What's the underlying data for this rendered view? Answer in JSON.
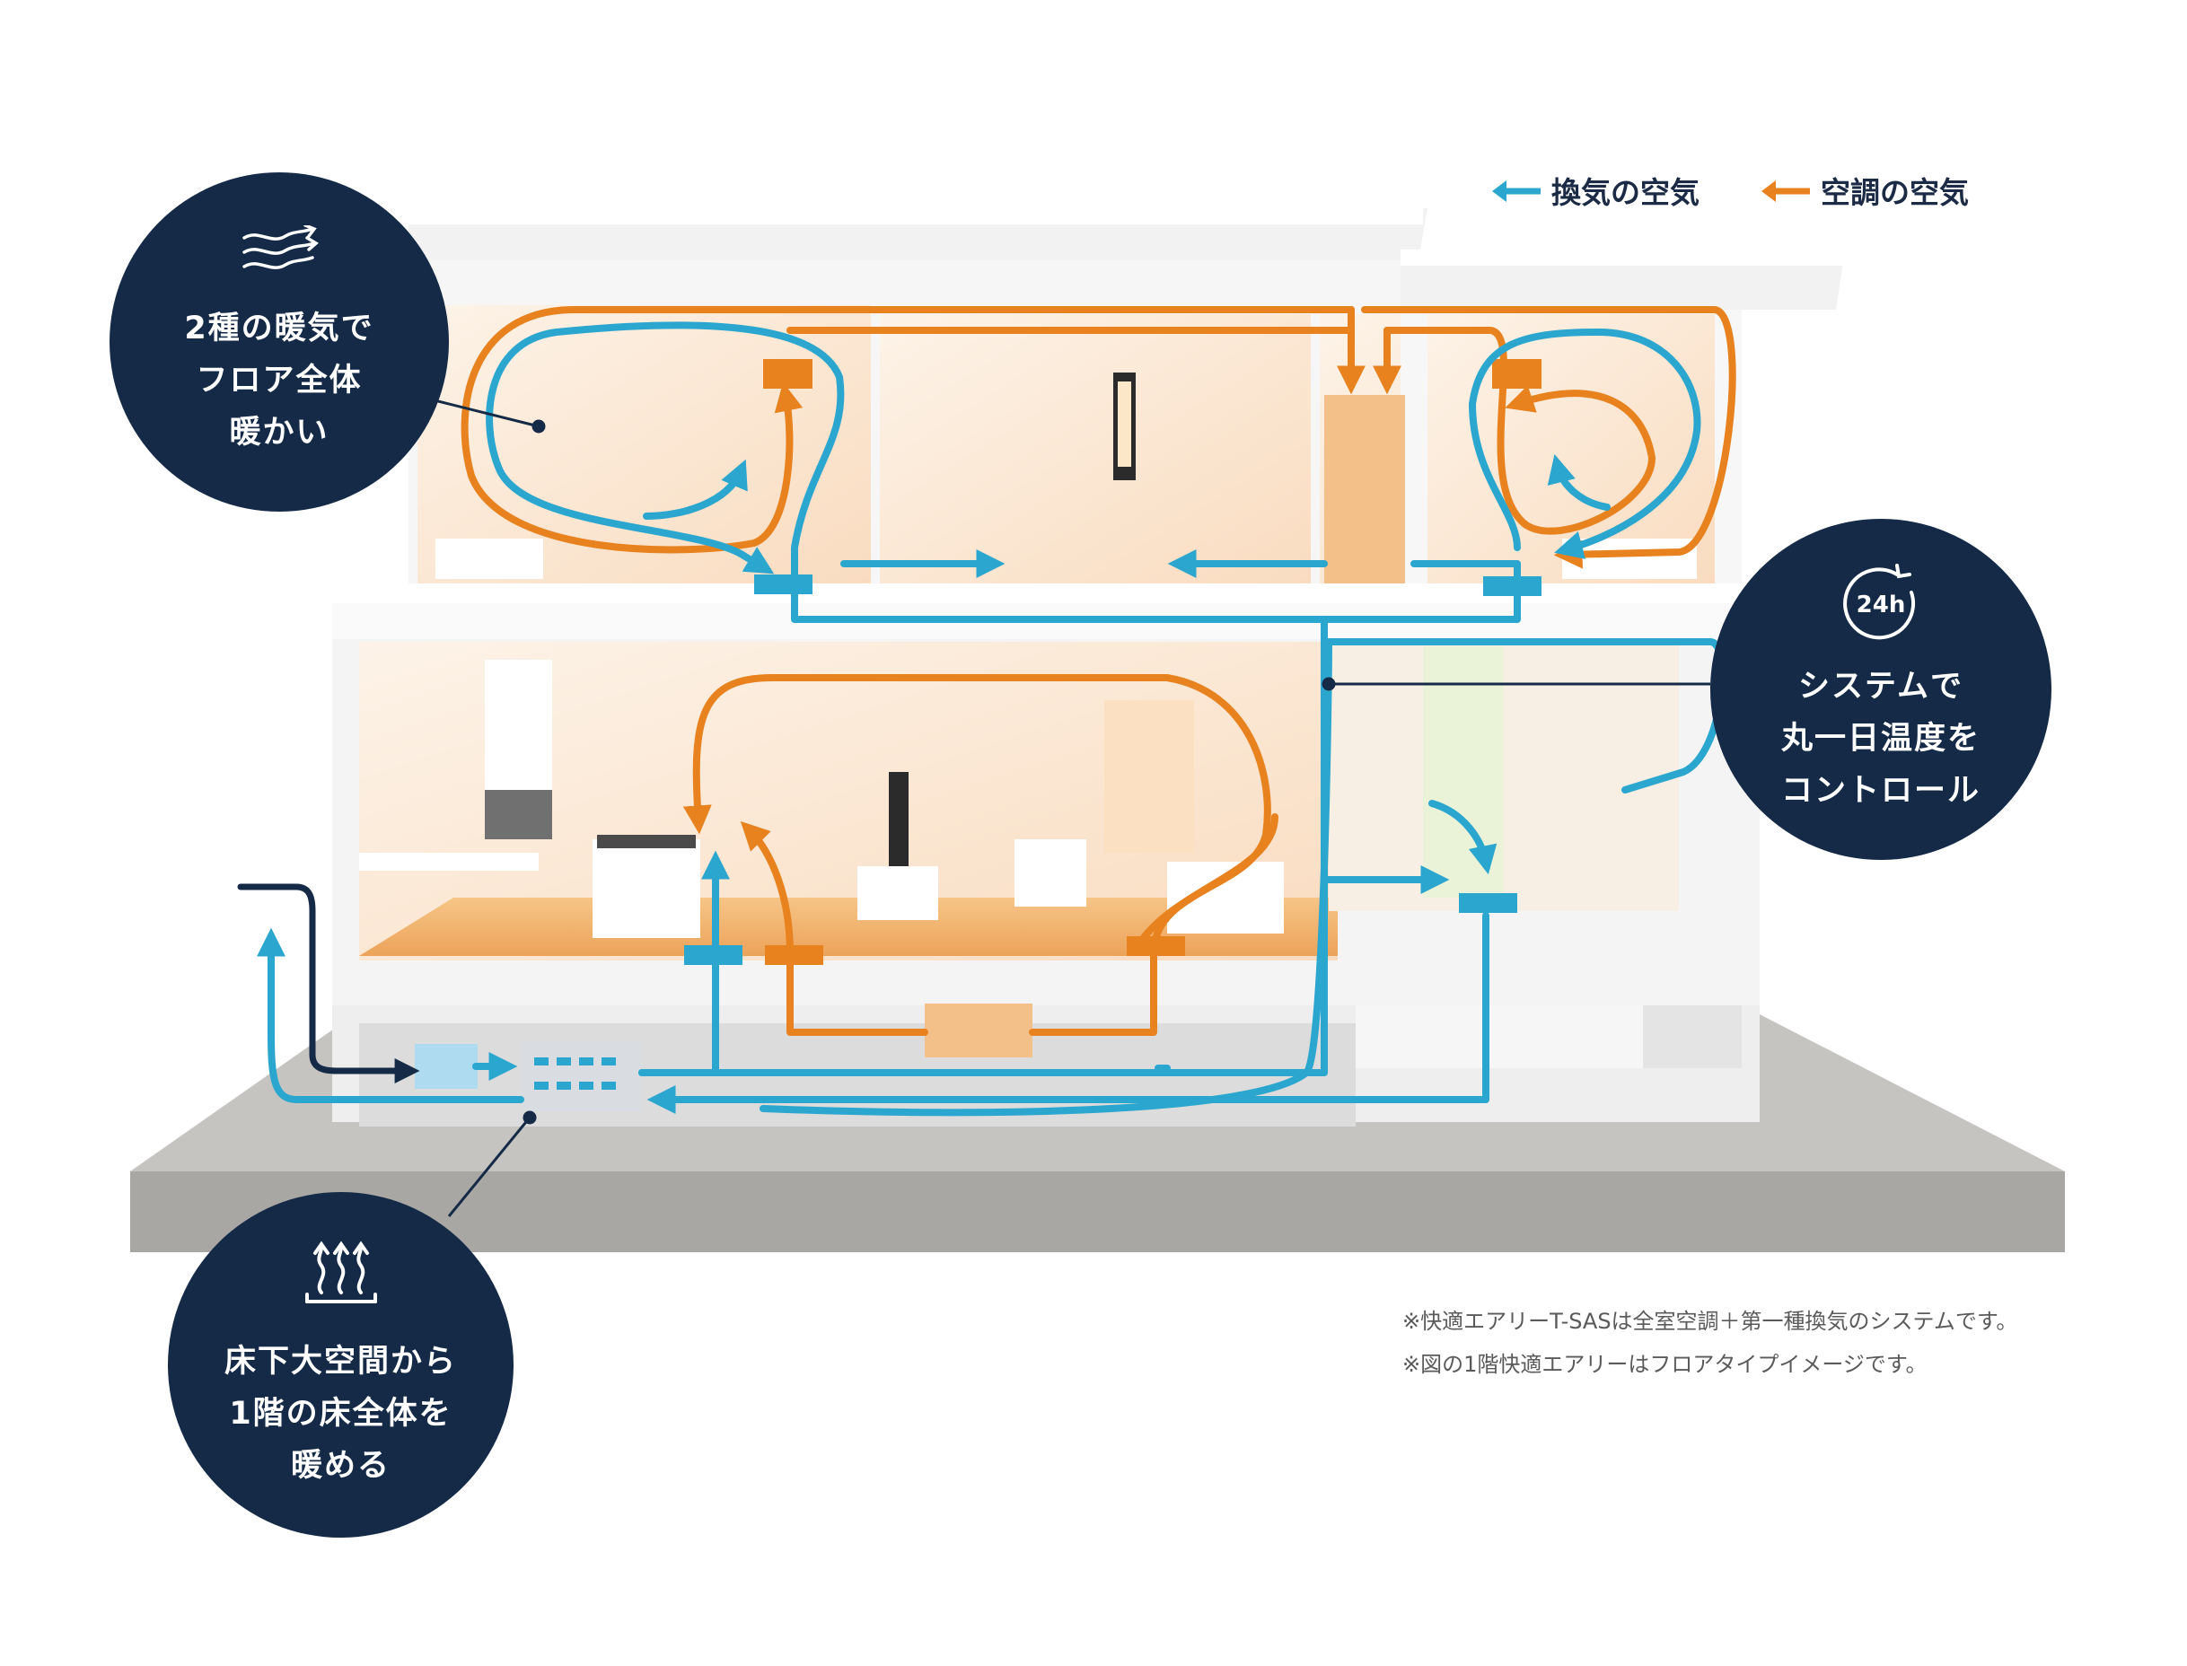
{
  "legend": {
    "ventilation_label": "換気の空気",
    "conditioning_label": "空調の空気",
    "ventilation_color": "#2aa6cf",
    "conditioning_color": "#e8821e"
  },
  "badges": {
    "heating": {
      "icon": "airflow-icon",
      "lines": [
        "2種の暖気で",
        "フロア全体",
        "暖かい"
      ]
    },
    "system": {
      "icon": "24h-cycle-icon",
      "icon_text": "24h",
      "lines": [
        "システムで",
        "丸一日温度を",
        "コントロール"
      ]
    },
    "underfloor": {
      "icon": "rising-heat-icon",
      "lines": [
        "床下大空間から",
        "1階の床全体を",
        "暖める"
      ]
    }
  },
  "notes": [
    "※快適エアリーT-SASは全室空調＋第一種換気のシステムです。",
    "※図の1階快適エアリーはフロアタイプイメージです。"
  ],
  "colors": {
    "badge_bg": "#142a47",
    "ground": "#b3b1ae",
    "room_glow": "#fbe9d6",
    "floor_wood": "#f2b66e",
    "unit_fill": "#f4c08a"
  }
}
